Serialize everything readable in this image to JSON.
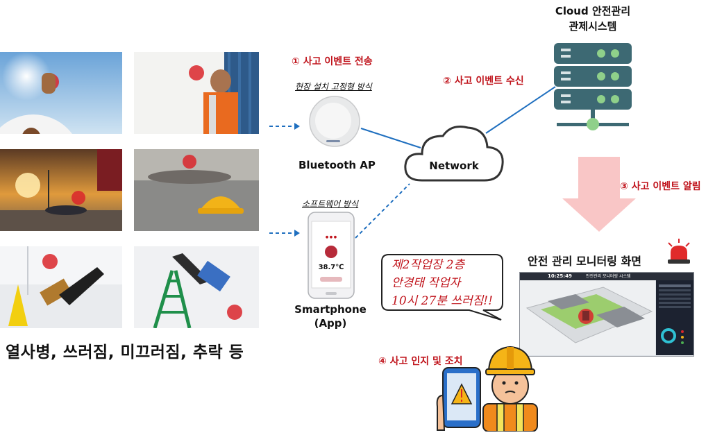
{
  "caption": "열사병, 쓰러짐, 미끄러짐, 추락 등",
  "steps": {
    "step1": "① 사고 이벤트 전송",
    "step2": "② 사고 이벤트 수신",
    "step3": "③ 사고 이벤트 알림",
    "step4": "④ 사고 인지 및 조치"
  },
  "devices": {
    "fixed_method": "현장 설치 고정형 방식",
    "bluetooth_label": "Bluetooth AP",
    "software_method": "소프트웨어 방식",
    "smartphone_label_1": "Smartphone",
    "smartphone_label_2": "(App)",
    "phone_temp": "38.7℃"
  },
  "network_label": "Network",
  "cloud": {
    "title_line1": "Cloud 안전관리",
    "title_line2": "관제시스템"
  },
  "monitor": {
    "title": "안전 관리 모니터링 화면",
    "screen_time": "10:25:49",
    "screen_title": "안전관리 모니터링 시스템"
  },
  "bubble": {
    "line1": "제2작업장 2층",
    "line2": "안경태 작업자",
    "line3": "10시 27분 쓰러짐!!"
  },
  "colors": {
    "accent_red": "#c0141c",
    "link_blue": "#1f6fbf",
    "server_teal": "#3d6973",
    "server_green": "#8fd08a",
    "arrow_pink": "#f9c6c6"
  }
}
